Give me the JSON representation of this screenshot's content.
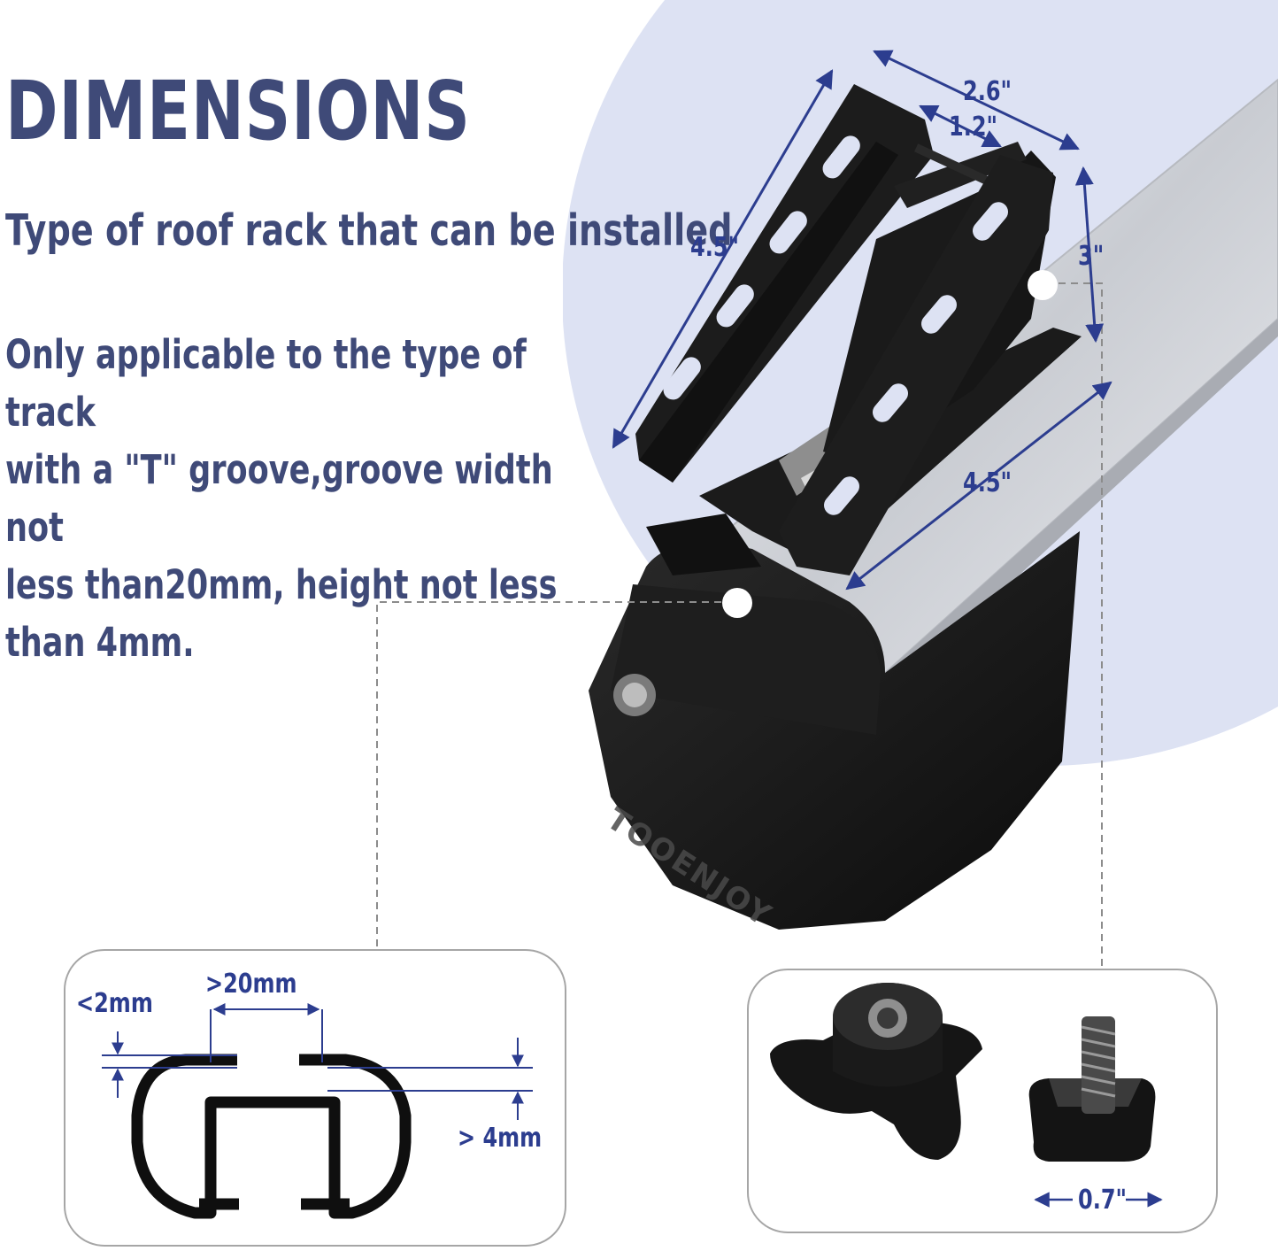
{
  "heading": "DIMENSIONS",
  "subheading": "Type of roof rack that can be installed",
  "description_lines": [
    "Only applicable to the type of track",
    "with a \"T\" groove,groove width not",
    "less than20mm, height not less",
    "than 4mm."
  ],
  "dimensions": {
    "bracket_width": "2.6\"",
    "slot_gap": "1.2\"",
    "bracket_length": "4.5\"",
    "bracket_height": "3\"",
    "base_length": "4.5\"",
    "lip_thickness": "<2mm",
    "groove_width": ">20mm",
    "groove_height": "> 4mm",
    "bolt_head_width": "0.7\""
  },
  "brand": "TOOENJOY",
  "colors": {
    "text": "#3f4a78",
    "dimension_lines": "#2c3d8f",
    "background_circle": "#dde2f3",
    "bar_silver": "#d6d8dc",
    "hardware_black": "#141414"
  },
  "icons": [
    "callout-dot-icon",
    "callout-dot-icon"
  ]
}
